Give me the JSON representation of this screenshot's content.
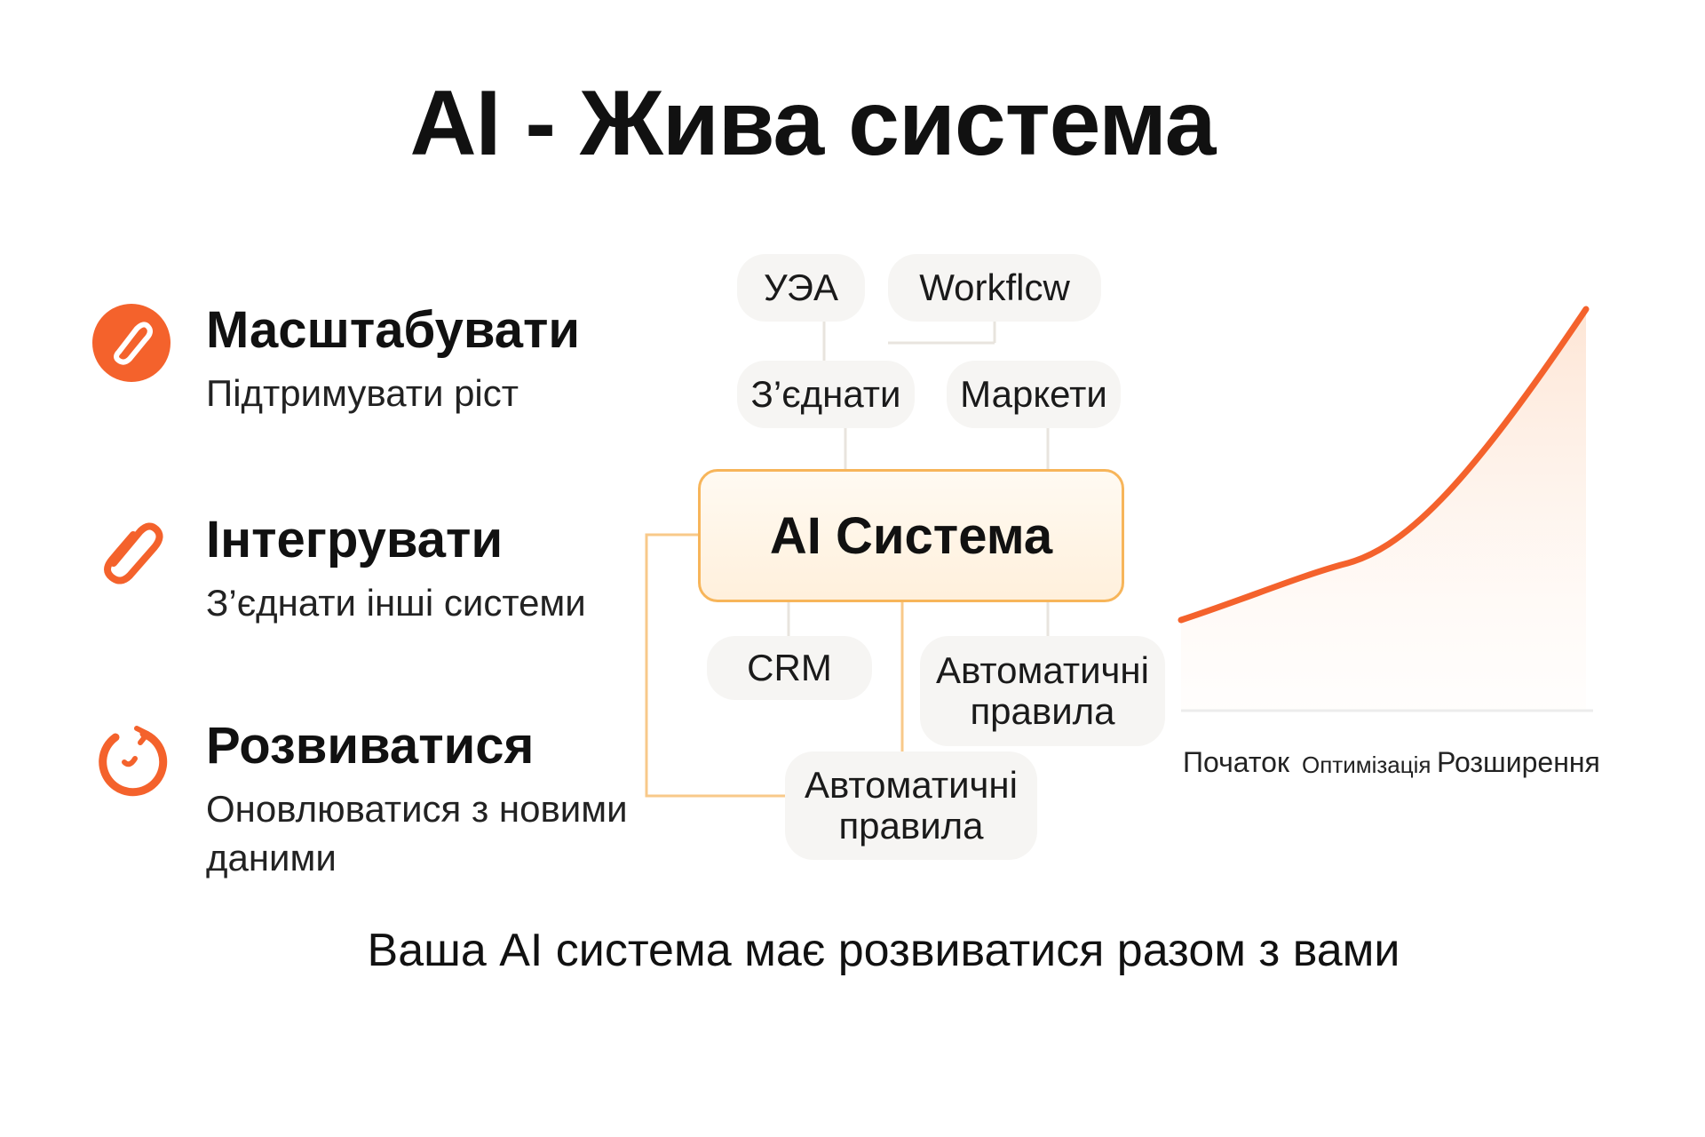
{
  "title": "AI - Жива система",
  "features": [
    {
      "title": "Масштабувати",
      "desc": "Підтримувати ріст",
      "icon": "link-icon"
    },
    {
      "title": "Інтегрувати",
      "desc": "З’єднати інші системи",
      "icon": "paperclip-icon"
    },
    {
      "title": "Розвиватися",
      "desc": "Оновлюватися з новими даними",
      "icon": "refresh-icon"
    }
  ],
  "diagram": {
    "center": "AI Система",
    "top_nodes": [
      "УЭA",
      "Workflcw"
    ],
    "mid_nodes": [
      "З’єднати",
      "Маркети"
    ],
    "bottom_nodes": [
      "CRM",
      "Автоматичні правила",
      "Автоматичні правила"
    ]
  },
  "chart_data": {
    "type": "line",
    "categories": [
      "Початок",
      "Оптимізація",
      "Розширення"
    ],
    "title": "",
    "xlabel": "",
    "ylabel": "",
    "grid": false,
    "legend": "none"
  },
  "footer": "Ваша AI система має розвиватися разом з вами",
  "colors": {
    "accent": "#f4622c",
    "node_border": "#f7b55a",
    "connector": "#f8c98a",
    "pill_bg": "#f6f5f3"
  }
}
